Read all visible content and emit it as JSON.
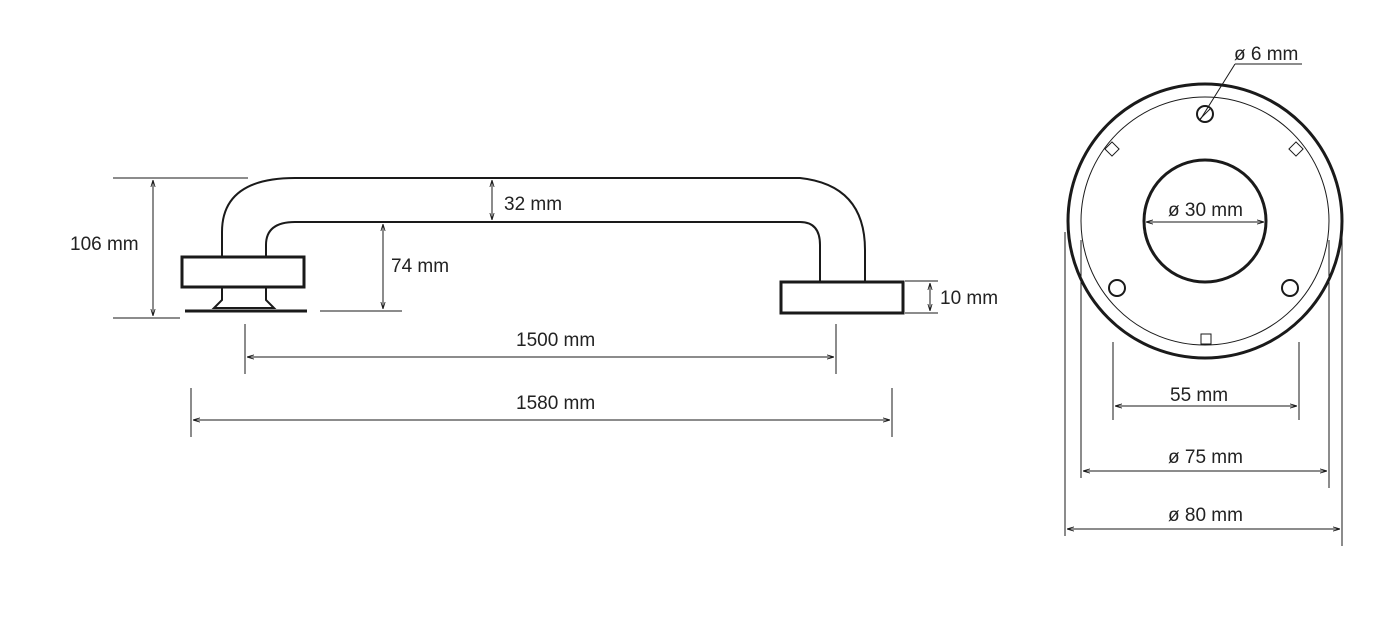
{
  "side_view": {
    "height_label": "106 mm",
    "tube_label": "32 mm",
    "clearance_label": "74 mm",
    "plate_label": "10 mm",
    "inner_length_label": "1500 mm",
    "overall_length_label": "1580 mm"
  },
  "flange_view": {
    "hole_label": "ø 6 mm",
    "bore_label": "ø 30 mm",
    "hole_spacing_label": "55 mm",
    "inner_diameter_label": "ø 75 mm",
    "outer_diameter_label": "ø 80 mm"
  },
  "colors": {
    "line": "#1a1a1a",
    "text": "#222222",
    "background": "#ffffff"
  }
}
